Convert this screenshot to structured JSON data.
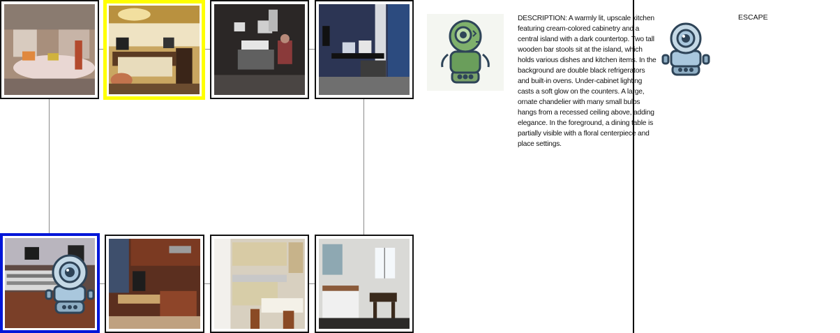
{
  "grid": {
    "tiles": [
      {
        "scene": "room-with-pink-floor"
      },
      {
        "scene": "kitchen-chandelier",
        "selected": "yellow"
      },
      {
        "scene": "music-studio-dark"
      },
      {
        "scene": "studio-blue-wall"
      },
      {
        "scene": "recording-console",
        "selected": "blue"
      },
      {
        "scene": "wood-kitchen"
      },
      {
        "scene": "cream-kitchen"
      },
      {
        "scene": "white-kitchen-window"
      }
    ]
  },
  "agent": {
    "avatar_icon": "green-robot-icon",
    "cursor_icon": "gray-robot-icon",
    "colors": {
      "green": "#6a9e5b",
      "blue": "#a9c7dd",
      "outline": "#2e4458"
    }
  },
  "panel": {
    "description": "DESCRIPTION: A warmly lit, upscale kitchen featuring cream-colored cabinetry and a central island with a dark countertop. Two tall wooden bar stools sit at the island, which holds various dishes and kitchen items. In the background are double black refrigerators and built-in ovens. Under-cabinet lighting casts a soft glow on the counters. A large, ornate chandelier with many small bulbs hangs from a recessed ceiling above, adding elegance. In the foreground, a dining table is partially visible with a floral centerpiece and place settings.",
    "escape_label": "ESCAPE"
  }
}
